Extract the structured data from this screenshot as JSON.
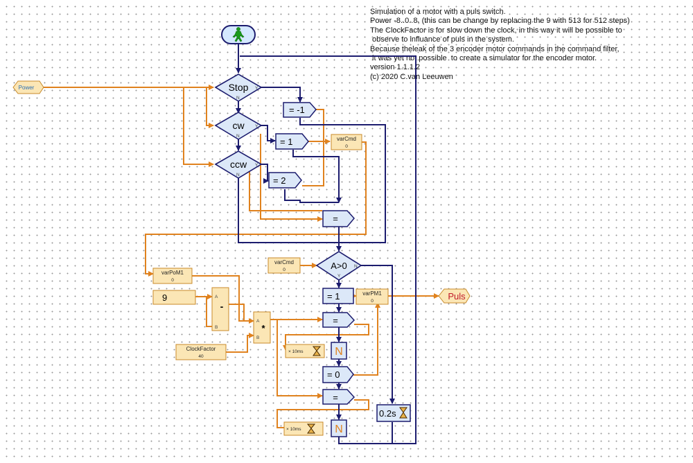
{
  "notes": [
    "Simulation of a motor with a puls switch.",
    "Power -8..0..8, (this can be change by replacing the 9 with 513 for 512 steps)",
    "The ClockFactor is for slow down the clock, in this way it will be possible to",
    " observe to influance of puls in the system.",
    "Because theleak of the 3 encoder motor commands in the command filter,",
    " it was yet not possible  to create a simulator for the encoder motor.",
    "version 1.1.1.2",
    "(c) 2020 C.van Leeuwen"
  ],
  "colors": {
    "flow": "#1c1c6e",
    "data": "#e0821e",
    "block": "#dce8f8",
    "var": "#fbe6b5"
  },
  "decisions": {
    "stop": "Stop",
    "cw": "cw",
    "ccw": "ccw",
    "agt0": "A>0",
    "port_y": "Y",
    "port_n": "N"
  },
  "assign": {
    "m1": "=  -1",
    "p1": "=  1",
    "p2": "=  2",
    "eq1": "=",
    "one": "=  1",
    "eq2": "=",
    "zero": "=  0",
    "eq3": "="
  },
  "vars": {
    "varCmd1": {
      "name": "varCmd",
      "value": "0"
    },
    "varCmd2": {
      "name": "varCmd",
      "value": "0"
    },
    "varPoM1": {
      "name": "varPoM1",
      "value": "0"
    },
    "varPM1": {
      "name": "varPM1",
      "value": "0"
    },
    "clock": {
      "name": "ClockFactor",
      "value": "40"
    }
  },
  "const_nine": "9",
  "ops": {
    "minus": "-",
    "times": "*",
    "port_a": "A",
    "port_b": "B"
  },
  "waits": {
    "w1": "× 10ms",
    "w2": "× 10ms",
    "delay": "0.2s"
  },
  "n_label": "N",
  "power_label": "Power",
  "puls_label": "Puls"
}
